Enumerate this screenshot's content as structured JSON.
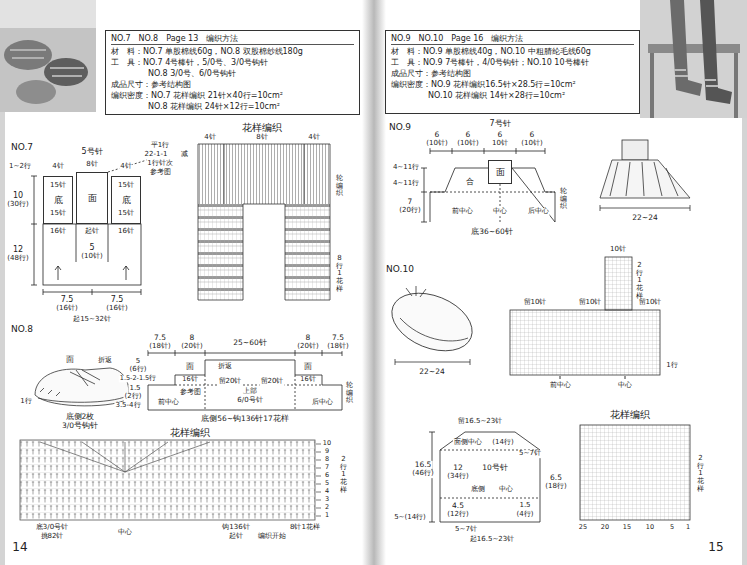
{
  "diagram": {
    "nodes": [
      {
        "text": [
          "NO.7　NO.8　Page 13　编织方法",
          "材　料：NO.7 单股棉线60g，NO.8 双股棉纱线180g",
          "工　具：NO.7 4号棒针，5/0号、3/0号钩针",
          "NO.8 3/0号、6/0号钩针",
          "成品尺寸：参考结构图",
          "编织密度：NO.7 花样编织 21针×40行=10cm²",
          "NO.8 花样编织 24针×12行=10cm²"
        ]
      },
      {
        "text": [
          "底"
        ]
      },
      {
        "text": [
          "面"
        ]
      },
      {
        "text": [
          "底"
        ]
      },
      {
        "text": [
          "NO.9　NO.10　Page 16　编织方法",
          "材　料：NO.9 单股棉线40g，NO.10 中粗腈纶毛线60g",
          "工　具：NO.9 7号棒针，4/0号钩针；NO.10 10号棒针",
          "成品尺寸：参考结构图",
          "编织密度：NO.9 花样编织16.5针×28.5行=10cm²",
          "NO.10 花样编织 14针×28行=10cm²"
        ]
      },
      {
        "text": [
          "面"
        ]
      }
    ],
    "labels": [
      "NO.7",
      "5号针",
      "1~2行",
      "4针",
      "8针",
      "4针",
      "平1行",
      "22-1-1",
      "减",
      "1行针次",
      "参考图",
      "10",
      "(30行)",
      "15针",
      "15针",
      "15针",
      "15针",
      "12",
      "(48行)",
      "16针",
      "起针",
      "16针",
      "5",
      "(10针)",
      "7.5",
      "(16针)",
      "7.5",
      "(16针)",
      "起15~32针",
      "花样编织",
      "4针",
      "8针",
      "4针",
      "轮编织",
      "8行1花样",
      "NO.8",
      "7.5",
      "(18针)",
      "8",
      "(20针)",
      "25~60针",
      "8",
      "(20针)",
      "7.5",
      "(18针)",
      "面",
      "折返",
      "1行",
      "底侧2枚",
      "3/0号钩针",
      "5",
      "(6行)",
      "1.5-2-1.5行",
      "1.5",
      "(2行)",
      "3.5-4行",
      "面",
      "折返",
      "16针",
      "留20针",
      "上部",
      "6/0号针",
      "参考图",
      "前中心",
      "留20针",
      "16针",
      "面",
      "后中心",
      "轮编织",
      "底侧56~钩136针17花样",
      "花样编织",
      "10",
      "9",
      "8",
      "7",
      "6",
      "5",
      "4",
      "3",
      "2",
      "1",
      "2行1花样",
      "底3/0号针",
      "挑82针",
      "中心",
      "钩136针",
      "起针",
      "编织开始",
      "8针1花样",
      "14",
      "NO.9",
      "7号针",
      "6",
      "(10针)",
      "6",
      "(10针)",
      "6",
      "10针",
      "6",
      "(10针)",
      "4~11行",
      "4~11行",
      "合",
      "7",
      "(20行)",
      "前中心",
      "中心",
      "后中心",
      "轮编织",
      "底36~60针",
      "22~24",
      "NO.10",
      "22~24",
      "10针",
      "2行1花样",
      "留10针",
      "留10针",
      "留10针",
      "前中心",
      "中心",
      "1行",
      "留16.5~23针",
      "面侧中心",
      "(14行)",
      "5~7针",
      "16.5",
      "(46行)",
      "12",
      "(34行)",
      "10号针",
      "底侧",
      "中心",
      "6.5",
      "(18行)",
      "4.5",
      "(12行)",
      "1.5",
      "(4行)",
      "5~(14行)",
      "5~7针",
      "起16.5~23针",
      "花样编织",
      "25",
      "20",
      "15",
      "10",
      "5",
      "1",
      "2行1花样",
      "15"
    ]
  }
}
